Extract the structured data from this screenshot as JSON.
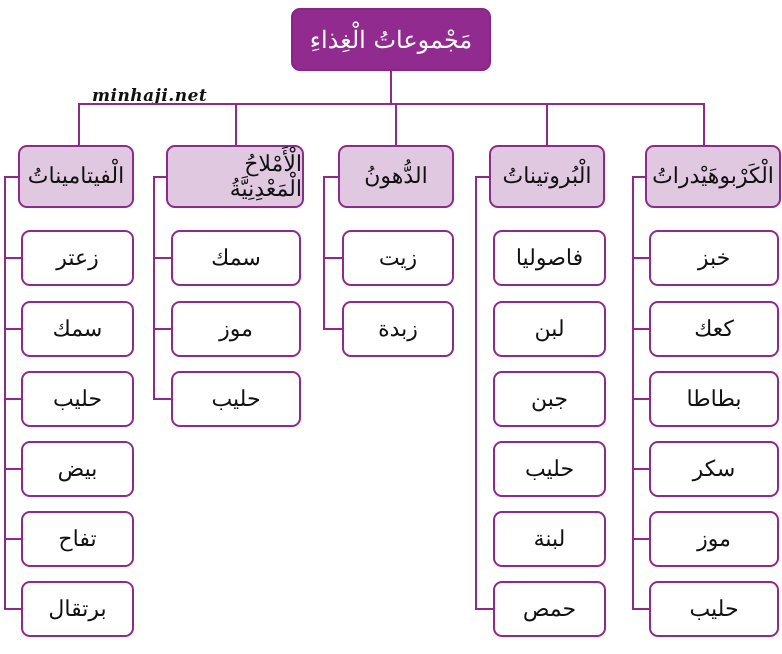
{
  "root": {
    "label": "مَجْموعاتُ الْغِذاءِ",
    "color": "#922b8f"
  },
  "watermark": "minhaji.net",
  "colors": {
    "line": "#8e2a8c",
    "category_fill": "#e0c8e0",
    "item_fill": "#ffffff"
  },
  "categories": [
    {
      "label": "الْفيتاميناتُ",
      "items": [
        "زعتر",
        "سمك",
        "حليب",
        "بيض",
        "تفاح",
        "برتقال"
      ]
    },
    {
      "label": "الْأَمْلاحُ الْمَعْدِنِيَّةُ",
      "items": [
        "سمك",
        "موز",
        "حليب"
      ]
    },
    {
      "label": "الدُّهونُ",
      "items": [
        "زيت",
        "زبدة"
      ]
    },
    {
      "label": "الْبُروتيناتُ",
      "items": [
        "فاصوليا",
        "لبن",
        "جبن",
        "حليب",
        "لبنة",
        "حمص"
      ]
    },
    {
      "label": "الْكَرْبوهَيْدراتُ",
      "items": [
        "خبز",
        "كعك",
        "بطاطا",
        "سكر",
        "موز",
        "حليب"
      ]
    }
  ]
}
